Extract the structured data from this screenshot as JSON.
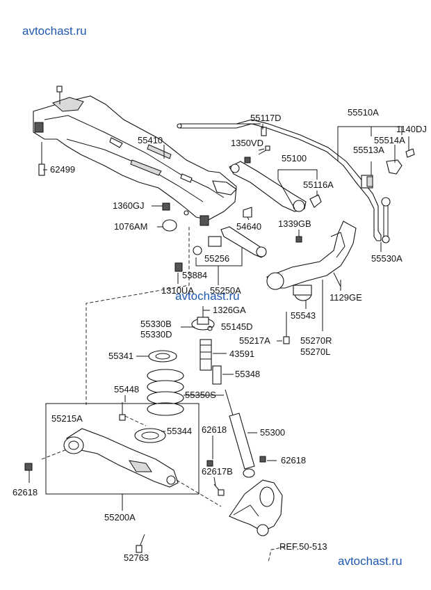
{
  "watermarks": [
    "avtochast.ru",
    "avtochast.ru",
    "avtochast.ru"
  ],
  "labels": {
    "p55117D": "55117D",
    "p55510A": "55510A",
    "p1140DJ": "1140DJ",
    "p55410": "55410",
    "p1350VD": "1350VD",
    "p55514A": "55514A",
    "p55513A": "55513A",
    "p55100": "55100",
    "p62499": "62499",
    "p55116A": "55116A",
    "p1360GJ": "1360GJ",
    "p54640": "54640",
    "p1339GB": "1339GB",
    "p1076AM": "1076AM",
    "p55530A": "55530A",
    "p55256": "55256",
    "p53884": "53884",
    "p1310UA": "1310UA",
    "p55250A": "55250A",
    "p1129GE": "1129GE",
    "p1326GA": "1326GA",
    "p55543": "55543",
    "p55330B": "55330B",
    "p55330D": "55330D",
    "p55145D": "55145D",
    "p55217A": "55217A",
    "p55270R": "55270R",
    "p55270L": "55270L",
    "p55341": "55341",
    "p43591": "43591",
    "p55348": "55348",
    "p55448": "55448",
    "p55350S": "55350S",
    "p55215A": "55215A",
    "p55344": "55344",
    "p62618a": "62618",
    "p55300": "55300",
    "p62618b": "62618",
    "p62617B": "62617B",
    "p62618c": "62618",
    "p55200A": "55200A",
    "p52763": "52763",
    "ref": "REF.50-513"
  }
}
